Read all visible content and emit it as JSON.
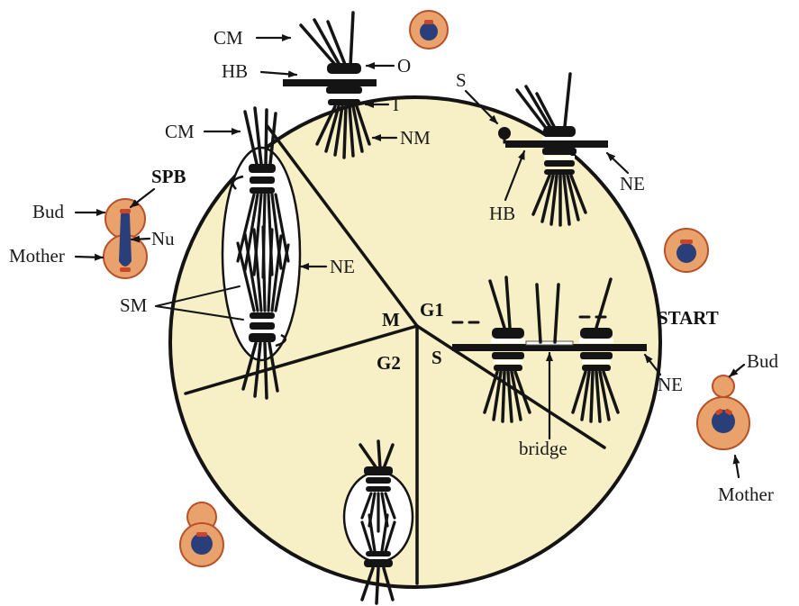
{
  "colors": {
    "circle_fill": "#f7efc6",
    "cell_fill": "#e9a26b",
    "cell_stroke": "#b8502a",
    "nucleus": "#2a3f7a",
    "spb_red": "#c8472a",
    "ink": "#141414"
  },
  "phases": {
    "g1": "G1",
    "s": "S",
    "g2": "G2",
    "m": "M"
  },
  "labels": {
    "cm_top": "CM",
    "hb_top": "HB",
    "o": "O",
    "i": "I",
    "nm": "NM",
    "s_top": "S",
    "hb_mid": "HB",
    "ne_top": "NE",
    "cm_left": "CM",
    "ne_left": "NE",
    "sm": "SM",
    "start": "START",
    "ne_right": "NE",
    "bridge": "bridge"
  },
  "cells": {
    "left": {
      "spb": "SPB",
      "bud": "Bud",
      "nu": "Nu",
      "mother": "Mother"
    },
    "right": {
      "bud": "Bud",
      "mother": "Mother"
    }
  },
  "icons": {
    "spb_structure": "spindle-pole-body-icon",
    "budding_cell": "yeast-cell-icon",
    "arrow": "arrow-icon"
  }
}
